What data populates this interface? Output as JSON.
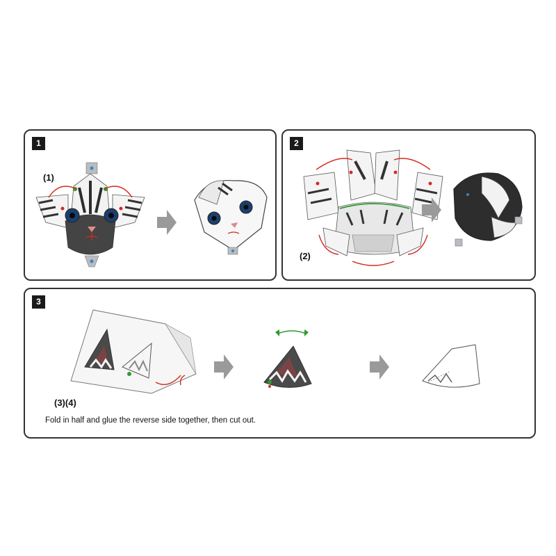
{
  "panels": [
    {
      "step": "1",
      "label": "(1)"
    },
    {
      "step": "2",
      "label": "(2)"
    },
    {
      "step": "3",
      "label": "(3)(4)",
      "caption": "Fold in half and glue the reverse side together, then cut out."
    }
  ],
  "colors": {
    "border": "#333333",
    "arrow_gray": "#9a9a9a",
    "curve_red": "#d42a1f",
    "curve_green": "#2f9a2f",
    "tab_blue": "#3b84c4",
    "fur_dark": "#3e3e3e",
    "paper_gray": "#b9bcc0"
  },
  "icons": [
    "step-arrow-icon",
    "fold-arrow-icon",
    "rotate-arrow-icon"
  ]
}
